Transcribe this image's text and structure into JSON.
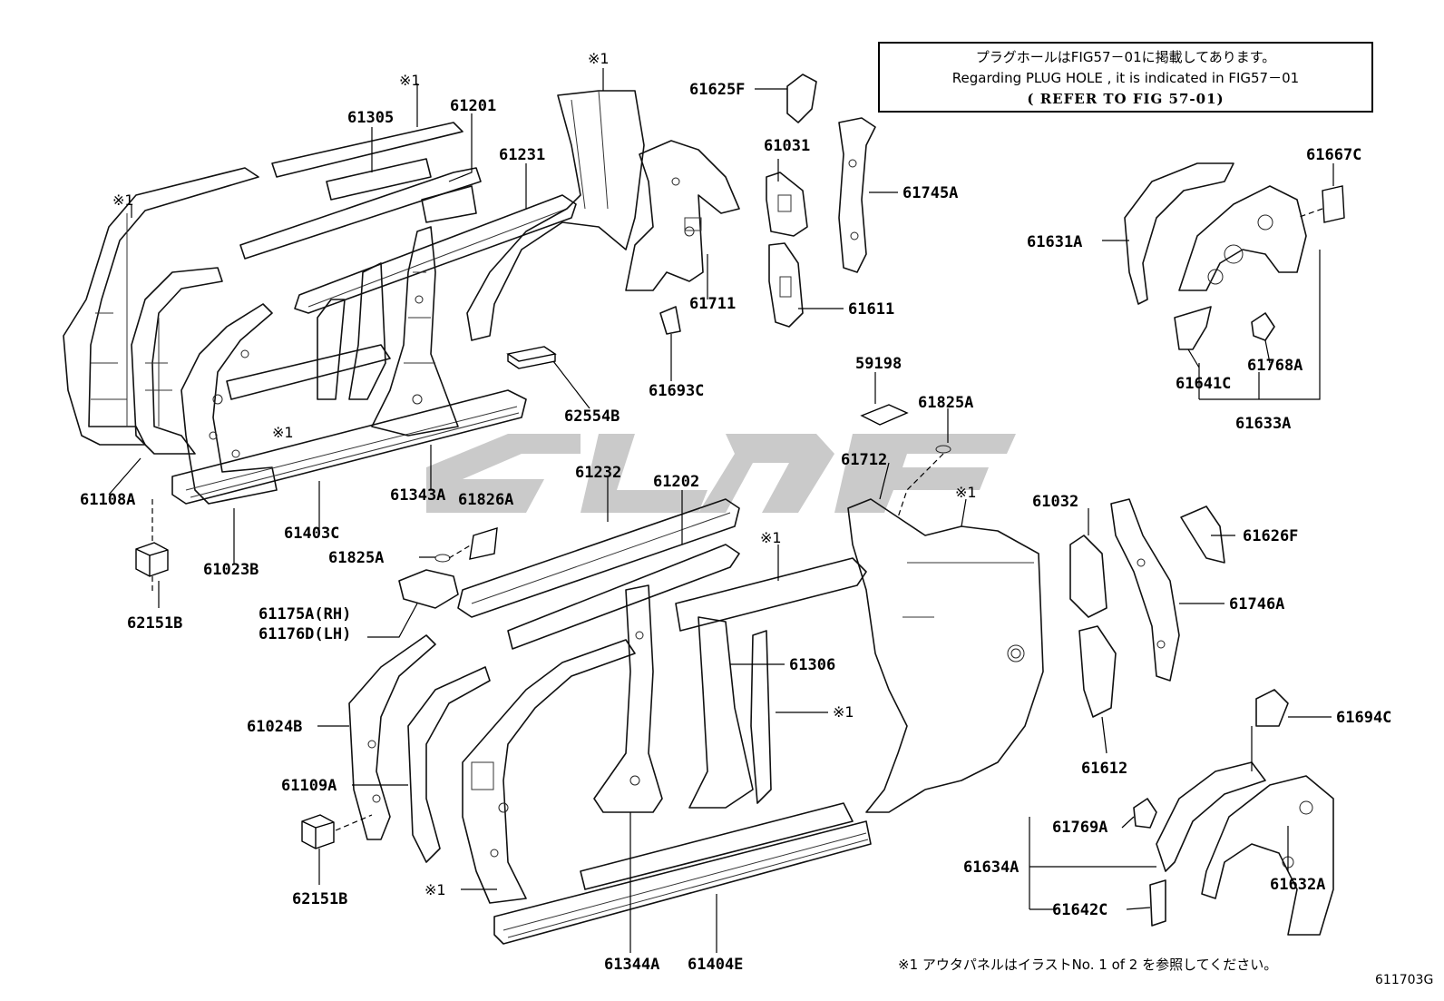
{
  "note": {
    "line1": "プラグホールはFIG57－01に掲載してあります。",
    "line2": "Regarding PLUG HOLE , it is indicated in FIG57－01",
    "line3": "(  REFER TO FIG 57-01)"
  },
  "footnote": "※1 アウタパネルはイラストNo. 1 of 2 を参照してください。",
  "figure_id": "611703G",
  "asterisk": "※1",
  "labels": {
    "p61305": "61305",
    "p61201": "61201",
    "p61231": "61231",
    "p61625F": "61625F",
    "p61031": "61031",
    "p61745A": "61745A",
    "p61667C": "61667C",
    "p61631A": "61631A",
    "p61711": "61711",
    "p61611": "61611",
    "p61693C": "61693C",
    "p62554B": "62554B",
    "p61768A": "61768A",
    "p61641C": "61641C",
    "p61633A": "61633A",
    "p59198": "59198",
    "p61825A_r": "61825A",
    "p61712": "61712",
    "p61108A": "61108A",
    "p61343A": "61343A",
    "p61826A": "61826A",
    "p61232": "61232",
    "p61202": "61202",
    "p61032": "61032",
    "p61626F": "61626F",
    "p61403C": "61403C",
    "p61023B": "61023B",
    "p61825A_l": "61825A",
    "p62151B_t": "62151B",
    "p61175A": "61175A(RH)",
    "p61176D": "61176D(LH)",
    "p61746A": "61746A",
    "p61306": "61306",
    "p61024B": "61024B",
    "p61694C": "61694C",
    "p61109A": "61109A",
    "p61612": "61612",
    "p61769A": "61769A",
    "p62151B_b": "62151B",
    "p61634A": "61634A",
    "p61632A": "61632A",
    "p61642C": "61642C",
    "p61344A": "61344A",
    "p61404E": "61404E"
  }
}
